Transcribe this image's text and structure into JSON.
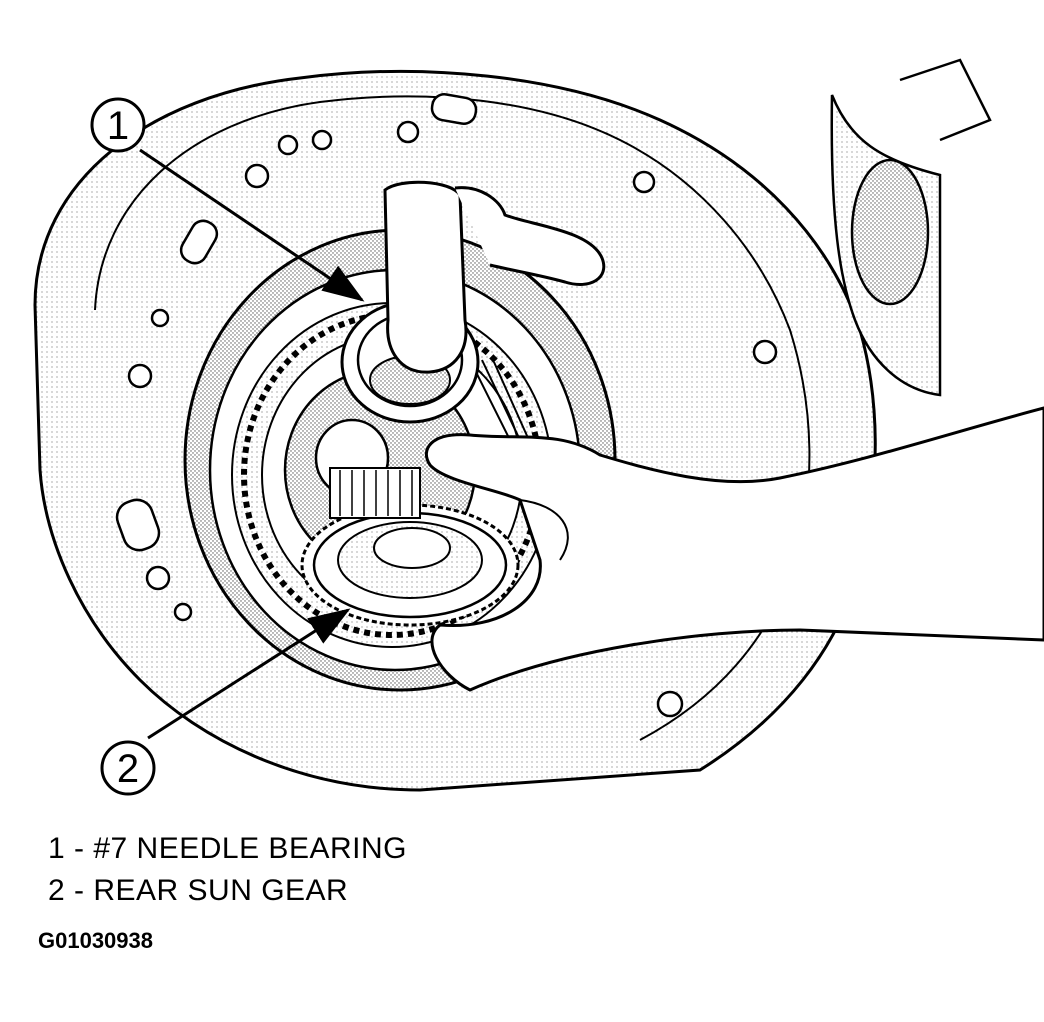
{
  "callouts": [
    {
      "number": "1",
      "label": "#7 NEEDLE BEARING"
    },
    {
      "number": "2",
      "label": "REAR SUN GEAR"
    }
  ],
  "legend": [
    "1 - #7 NEEDLE BEARING",
    "2 - REAR SUN GEAR"
  ],
  "figure_id": "G01030938"
}
